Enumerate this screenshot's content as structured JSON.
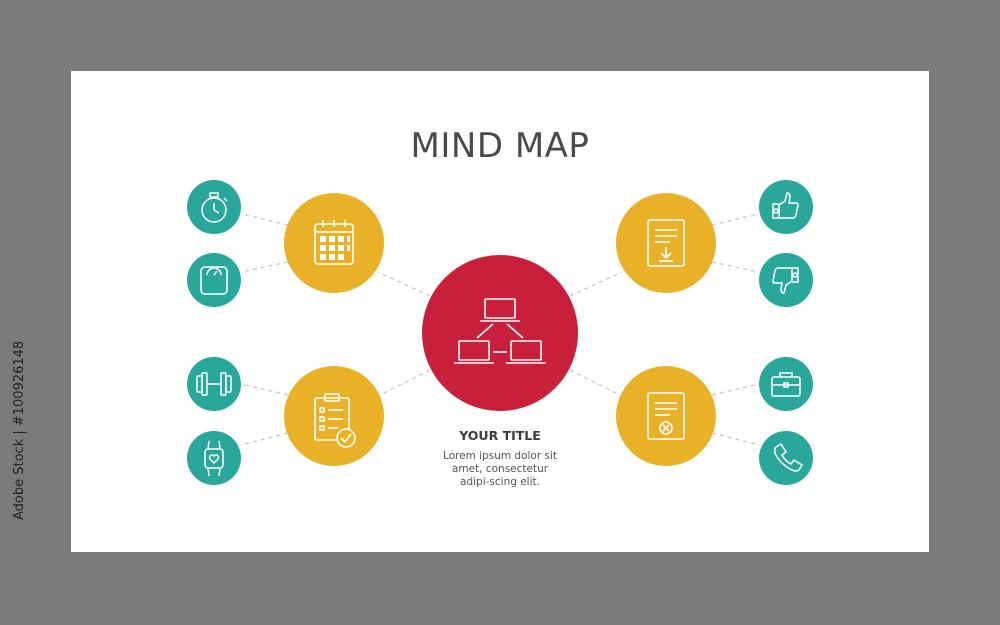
{
  "title": "MIND MAP",
  "side_text": "Adobe Stock | #100926148",
  "caption": {
    "title": "YOUR TITLE",
    "body": "Lorem ipsum dolor sit amet, consectetur adipi-scing elit."
  },
  "colors": {
    "background": "#7b7b7b",
    "slide": "#ffffff",
    "center": "#c8203a",
    "hub": "#e8b128",
    "leaf": "#2aa79b",
    "connector": "#c9c9c9"
  },
  "nodes": {
    "center": {
      "icon": "network-computers-icon"
    },
    "hubs": [
      {
        "id": "hub-top-left",
        "icon": "calendar-icon"
      },
      {
        "id": "hub-bottom-left",
        "icon": "checklist-icon"
      },
      {
        "id": "hub-top-right",
        "icon": "document-download-icon"
      },
      {
        "id": "hub-bottom-right",
        "icon": "document-reject-icon"
      }
    ],
    "leaves": [
      {
        "id": "leaf-stopwatch",
        "icon": "stopwatch-icon"
      },
      {
        "id": "leaf-scale",
        "icon": "scale-icon"
      },
      {
        "id": "leaf-dumbbell",
        "icon": "dumbbell-icon"
      },
      {
        "id": "leaf-smartwatch",
        "icon": "smartwatch-icon"
      },
      {
        "id": "leaf-thumbs-up",
        "icon": "thumbs-up-icon"
      },
      {
        "id": "leaf-thumbs-down",
        "icon": "thumbs-down-icon"
      },
      {
        "id": "leaf-briefcase",
        "icon": "briefcase-icon"
      },
      {
        "id": "leaf-phone",
        "icon": "phone-icon"
      }
    ]
  }
}
